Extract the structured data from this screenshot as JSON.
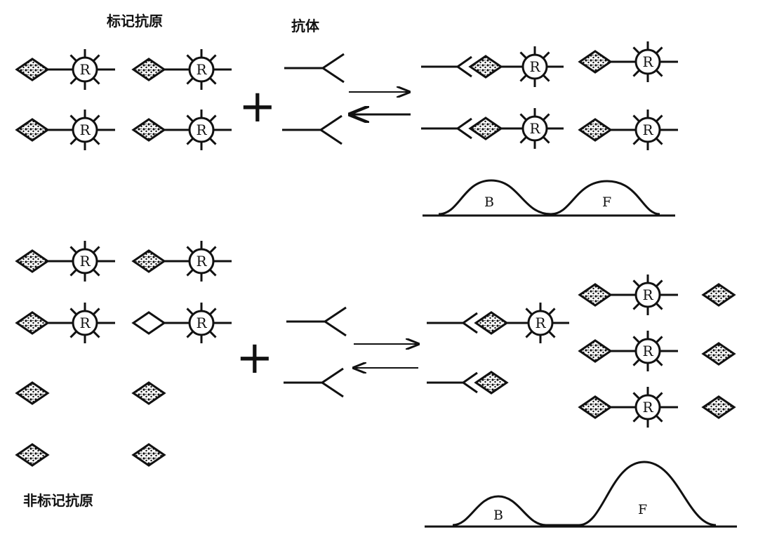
{
  "labels": {
    "labeled_antigen": "标记抗原",
    "antibody": "抗体",
    "unlabeled_antigen": "非标记抗原"
  },
  "symbols": {
    "label_marker": "R",
    "plus": "+",
    "bound_peak": "B",
    "free_peak": "F"
  }
}
